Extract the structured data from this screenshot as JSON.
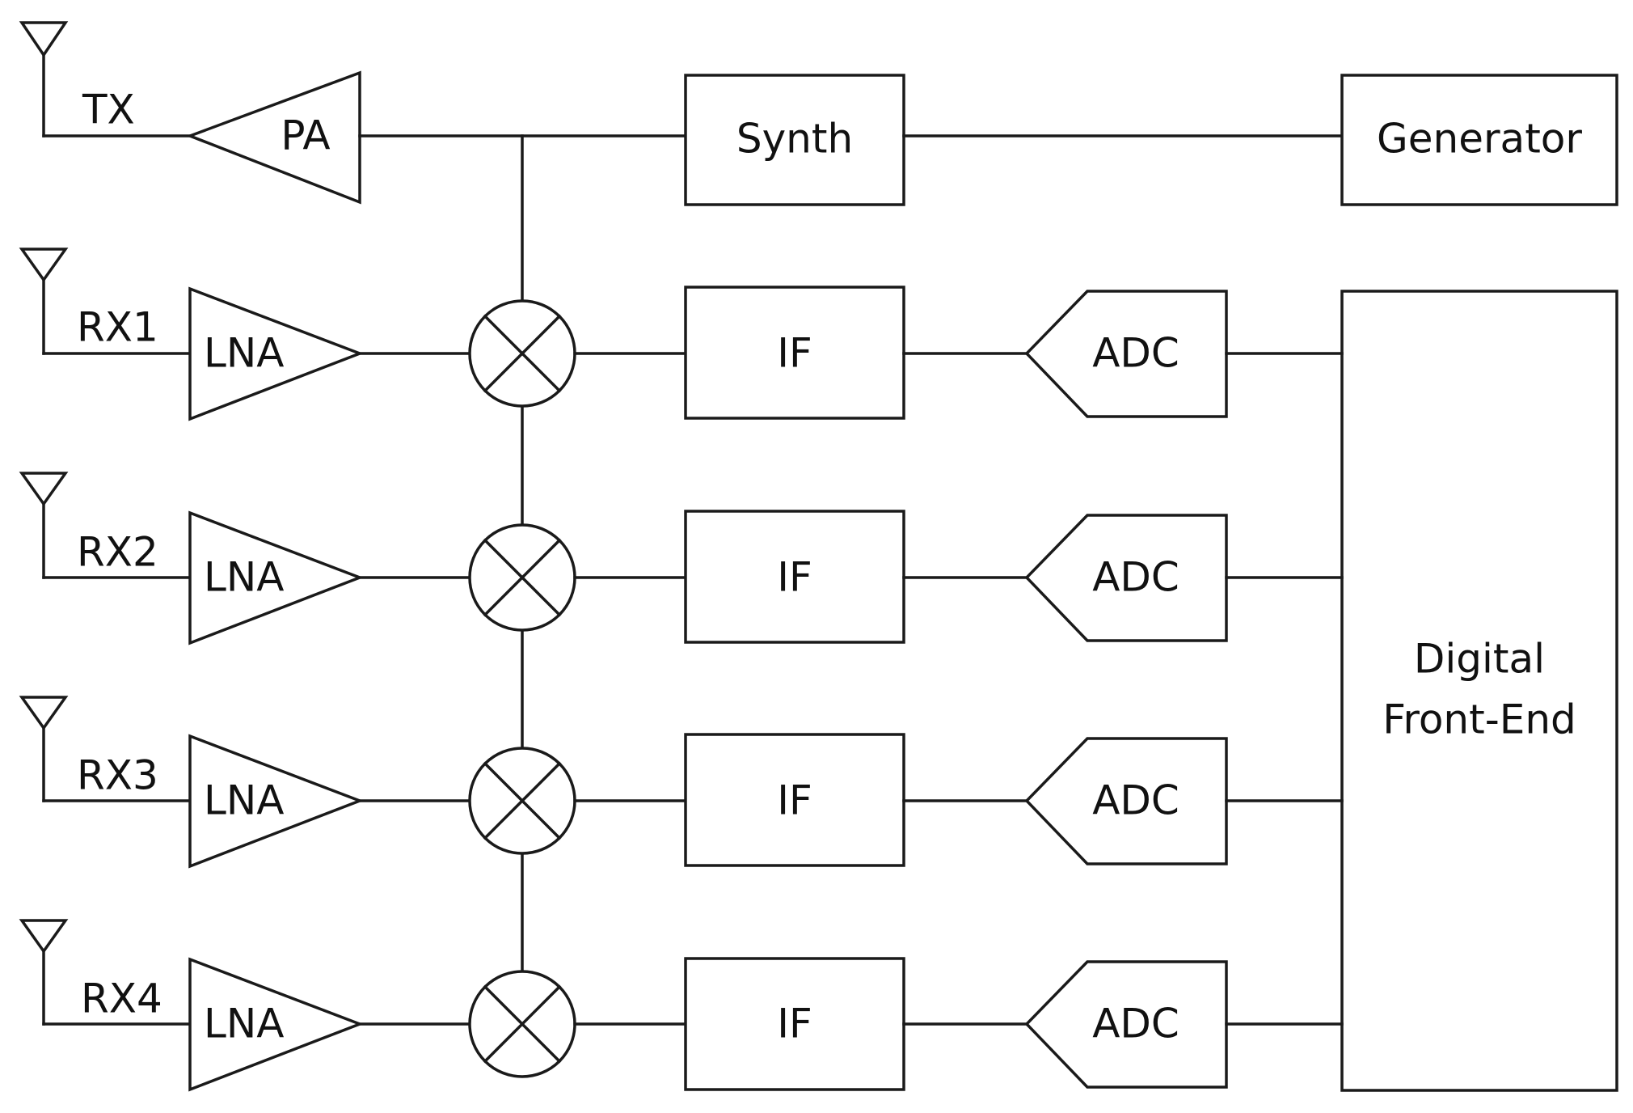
{
  "colors": {
    "line": "#1a1a1a",
    "text": "#111111",
    "background": "#ffffff"
  },
  "tx": {
    "antenna_label": "TX",
    "amp_label": "PA",
    "synth_label": "Synth",
    "generator_label": "Generator"
  },
  "rx": [
    {
      "antenna_label": "RX1",
      "lna_label": "LNA",
      "if_label": "IF",
      "adc_label": "ADC"
    },
    {
      "antenna_label": "RX2",
      "lna_label": "LNA",
      "if_label": "IF",
      "adc_label": "ADC"
    },
    {
      "antenna_label": "RX3",
      "lna_label": "LNA",
      "if_label": "IF",
      "adc_label": "ADC"
    },
    {
      "antenna_label": "RX4",
      "lna_label": "LNA",
      "if_label": "IF",
      "adc_label": "ADC"
    }
  ],
  "dfe": {
    "line1": "Digital",
    "line2": "Front-End"
  },
  "icons": {
    "antenna": "antenna-icon",
    "mixer": "mixer-icon",
    "amplifier": "amplifier-icon"
  }
}
